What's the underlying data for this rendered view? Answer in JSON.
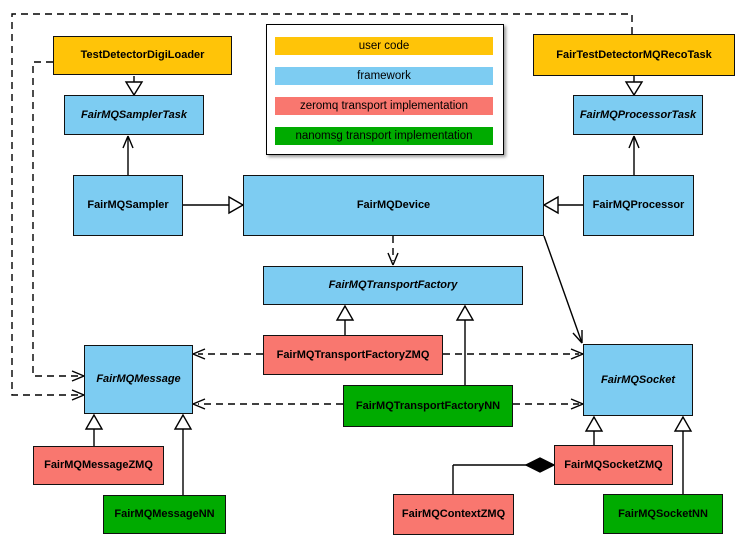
{
  "legend": {
    "items": [
      {
        "label": "user code",
        "color": "#FFC408"
      },
      {
        "label": "framework",
        "color": "#7DCCF2"
      },
      {
        "label": "zeromq transport implementation",
        "color": "#F9776F"
      },
      {
        "label": "nanomsg transport implementation",
        "color": "#00AB00"
      }
    ]
  },
  "nodes": {
    "testDetectorDigiLoader": {
      "label": "TestDetectorDigiLoader",
      "category": "user code",
      "abstract": false
    },
    "fairTestDetectorMQRecoTask": {
      "label": "FairTestDetectorMQRecoTask",
      "category": "user code",
      "abstract": false
    },
    "fairMQSamplerTask": {
      "label": "FairMQSamplerTask",
      "category": "framework",
      "abstract": true
    },
    "fairMQProcessorTask": {
      "label": "FairMQProcessorTask",
      "category": "framework",
      "abstract": true
    },
    "fairMQSampler": {
      "label": "FairMQSampler",
      "category": "framework",
      "abstract": false
    },
    "fairMQDevice": {
      "label": "FairMQDevice",
      "category": "framework",
      "abstract": false
    },
    "fairMQProcessor": {
      "label": "FairMQProcessor",
      "category": "framework",
      "abstract": false
    },
    "fairMQTransportFactory": {
      "label": "FairMQTransportFactory",
      "category": "framework",
      "abstract": true
    },
    "fairMQTransportFactoryZMQ": {
      "label": "FairMQTransportFactoryZMQ",
      "category": "zeromq",
      "abstract": false
    },
    "fairMQTransportFactoryNN": {
      "label": "FairMQTransportFactoryNN",
      "category": "nanomsg",
      "abstract": false
    },
    "fairMQMessage": {
      "label": "FairMQMessage",
      "category": "framework",
      "abstract": true
    },
    "fairMQMessageZMQ": {
      "label": "FairMQMessageZMQ",
      "category": "zeromq",
      "abstract": false
    },
    "fairMQMessageNN": {
      "label": "FairMQMessageNN",
      "category": "nanomsg",
      "abstract": false
    },
    "fairMQSocket": {
      "label": "FairMQSocket",
      "category": "framework",
      "abstract": true
    },
    "fairMQSocketZMQ": {
      "label": "FairMQSocketZMQ",
      "category": "zeromq",
      "abstract": false
    },
    "fairMQSocketNN": {
      "label": "FairMQSocketNN",
      "category": "nanomsg",
      "abstract": false
    },
    "fairMQContextZMQ": {
      "label": "FairMQContextZMQ",
      "category": "zeromq",
      "abstract": false
    }
  },
  "relations": [
    {
      "from": "TestDetectorDigiLoader",
      "to": "FairMQSamplerTask",
      "type": "generalization"
    },
    {
      "from": "FairTestDetectorMQRecoTask",
      "to": "FairMQProcessorTask",
      "type": "generalization"
    },
    {
      "from": "FairMQSampler",
      "to": "FairMQDevice",
      "type": "generalization"
    },
    {
      "from": "FairMQProcessor",
      "to": "FairMQDevice",
      "type": "generalization"
    },
    {
      "from": "FairMQSampler",
      "to": "FairMQSamplerTask",
      "type": "association"
    },
    {
      "from": "FairMQProcessor",
      "to": "FairMQProcessorTask",
      "type": "association"
    },
    {
      "from": "FairMQDevice",
      "to": "FairMQSocket",
      "type": "association"
    },
    {
      "from": "FairMQDevice",
      "to": "FairMQTransportFactory",
      "type": "dependency"
    },
    {
      "from": "TestDetectorDigiLoader",
      "to": "FairMQMessage",
      "type": "dependency"
    },
    {
      "from": "FairTestDetectorMQRecoTask",
      "to": "FairMQMessage",
      "type": "dependency"
    },
    {
      "from": "FairMQTransportFactoryZMQ",
      "to": "FairMQTransportFactory",
      "type": "generalization"
    },
    {
      "from": "FairMQTransportFactoryNN",
      "to": "FairMQTransportFactory",
      "type": "generalization"
    },
    {
      "from": "FairMQTransportFactoryZMQ",
      "to": "FairMQMessage",
      "type": "dependency"
    },
    {
      "from": "FairMQTransportFactoryZMQ",
      "to": "FairMQSocket",
      "type": "dependency"
    },
    {
      "from": "FairMQTransportFactoryNN",
      "to": "FairMQMessage",
      "type": "dependency"
    },
    {
      "from": "FairMQTransportFactoryNN",
      "to": "FairMQSocket",
      "type": "dependency"
    },
    {
      "from": "FairMQMessageZMQ",
      "to": "FairMQMessage",
      "type": "generalization"
    },
    {
      "from": "FairMQMessageNN",
      "to": "FairMQMessage",
      "type": "generalization"
    },
    {
      "from": "FairMQSocketZMQ",
      "to": "FairMQSocket",
      "type": "generalization"
    },
    {
      "from": "FairMQSocketNN",
      "to": "FairMQSocket",
      "type": "generalization"
    },
    {
      "from": "FairMQContextZMQ",
      "to": "FairMQSocketZMQ",
      "type": "composition"
    }
  ]
}
